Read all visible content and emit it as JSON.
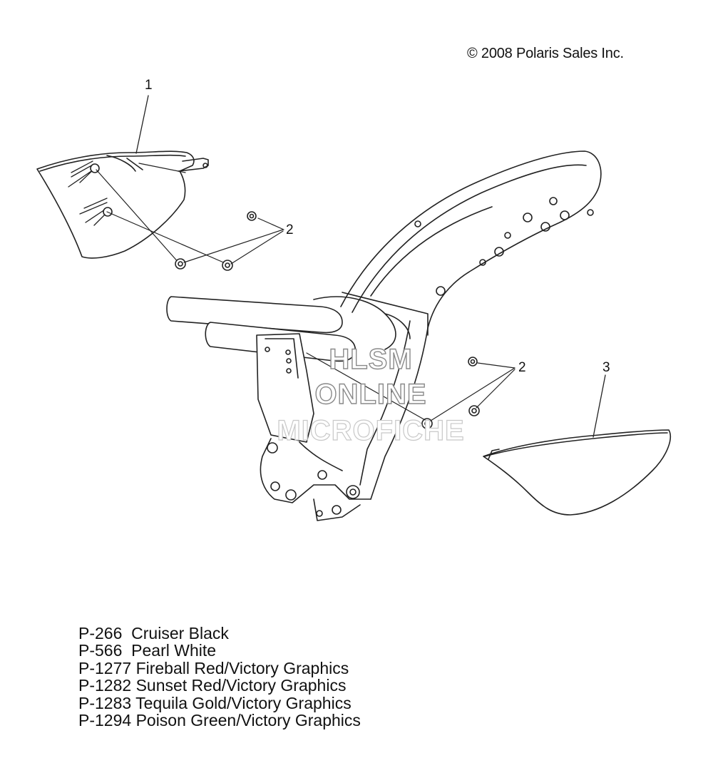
{
  "copyright": "© 2008 Polaris Sales Inc.",
  "callouts": {
    "item1": "1",
    "item2_upper": "2",
    "item2_lower": "2",
    "item3": "3"
  },
  "watermark": {
    "line1": "HLSM",
    "line2": "ONLINE",
    "line3": "MICROFICHE"
  },
  "color_codes": [
    {
      "code": "P-266",
      "name": "Cruiser Black"
    },
    {
      "code": "P-566",
      "name": "Pearl White"
    },
    {
      "code": "P-1277",
      "name": "Fireball Red/Victory Graphics"
    },
    {
      "code": "P-1282",
      "name": "Sunset Red/Victory Graphics"
    },
    {
      "code": "P-1283",
      "name": "Tequila Gold/Victory Graphics"
    },
    {
      "code": "P-1294",
      "name": "Poison Green/Victory Graphics"
    }
  ]
}
